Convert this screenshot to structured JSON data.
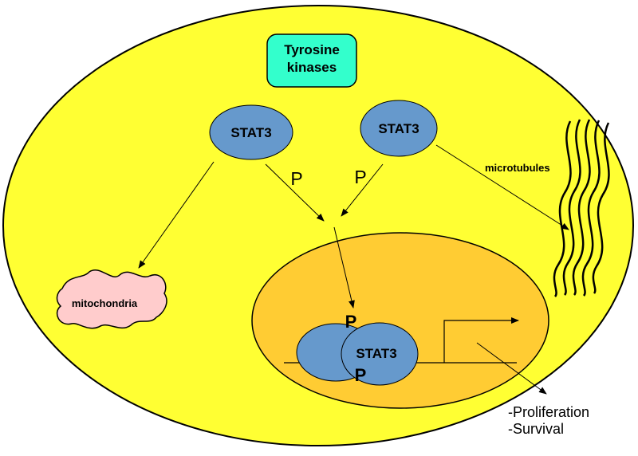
{
  "kinase_box": {
    "line1": "Tyrosine",
    "line2": "kinases"
  },
  "stat3_left": {
    "label": "STAT3"
  },
  "stat3_right": {
    "label": "STAT3"
  },
  "stat3_dimer": {
    "label": "STAT3"
  },
  "phospho": {
    "left": "P",
    "right": "P",
    "dimer_top": "P",
    "dimer_bottom": "P"
  },
  "organelles": {
    "mitochondria": "mitochondria",
    "microtubules": "microtubules"
  },
  "outcomes": {
    "line1": "-Proliferation",
    "line2": "-Survival"
  },
  "colors": {
    "cell": "#ffff33",
    "nucleus": "#ffcc33",
    "stat3": "#6699cc",
    "kinase": "#33ffcc",
    "mitochondria": "#ffcccc"
  }
}
